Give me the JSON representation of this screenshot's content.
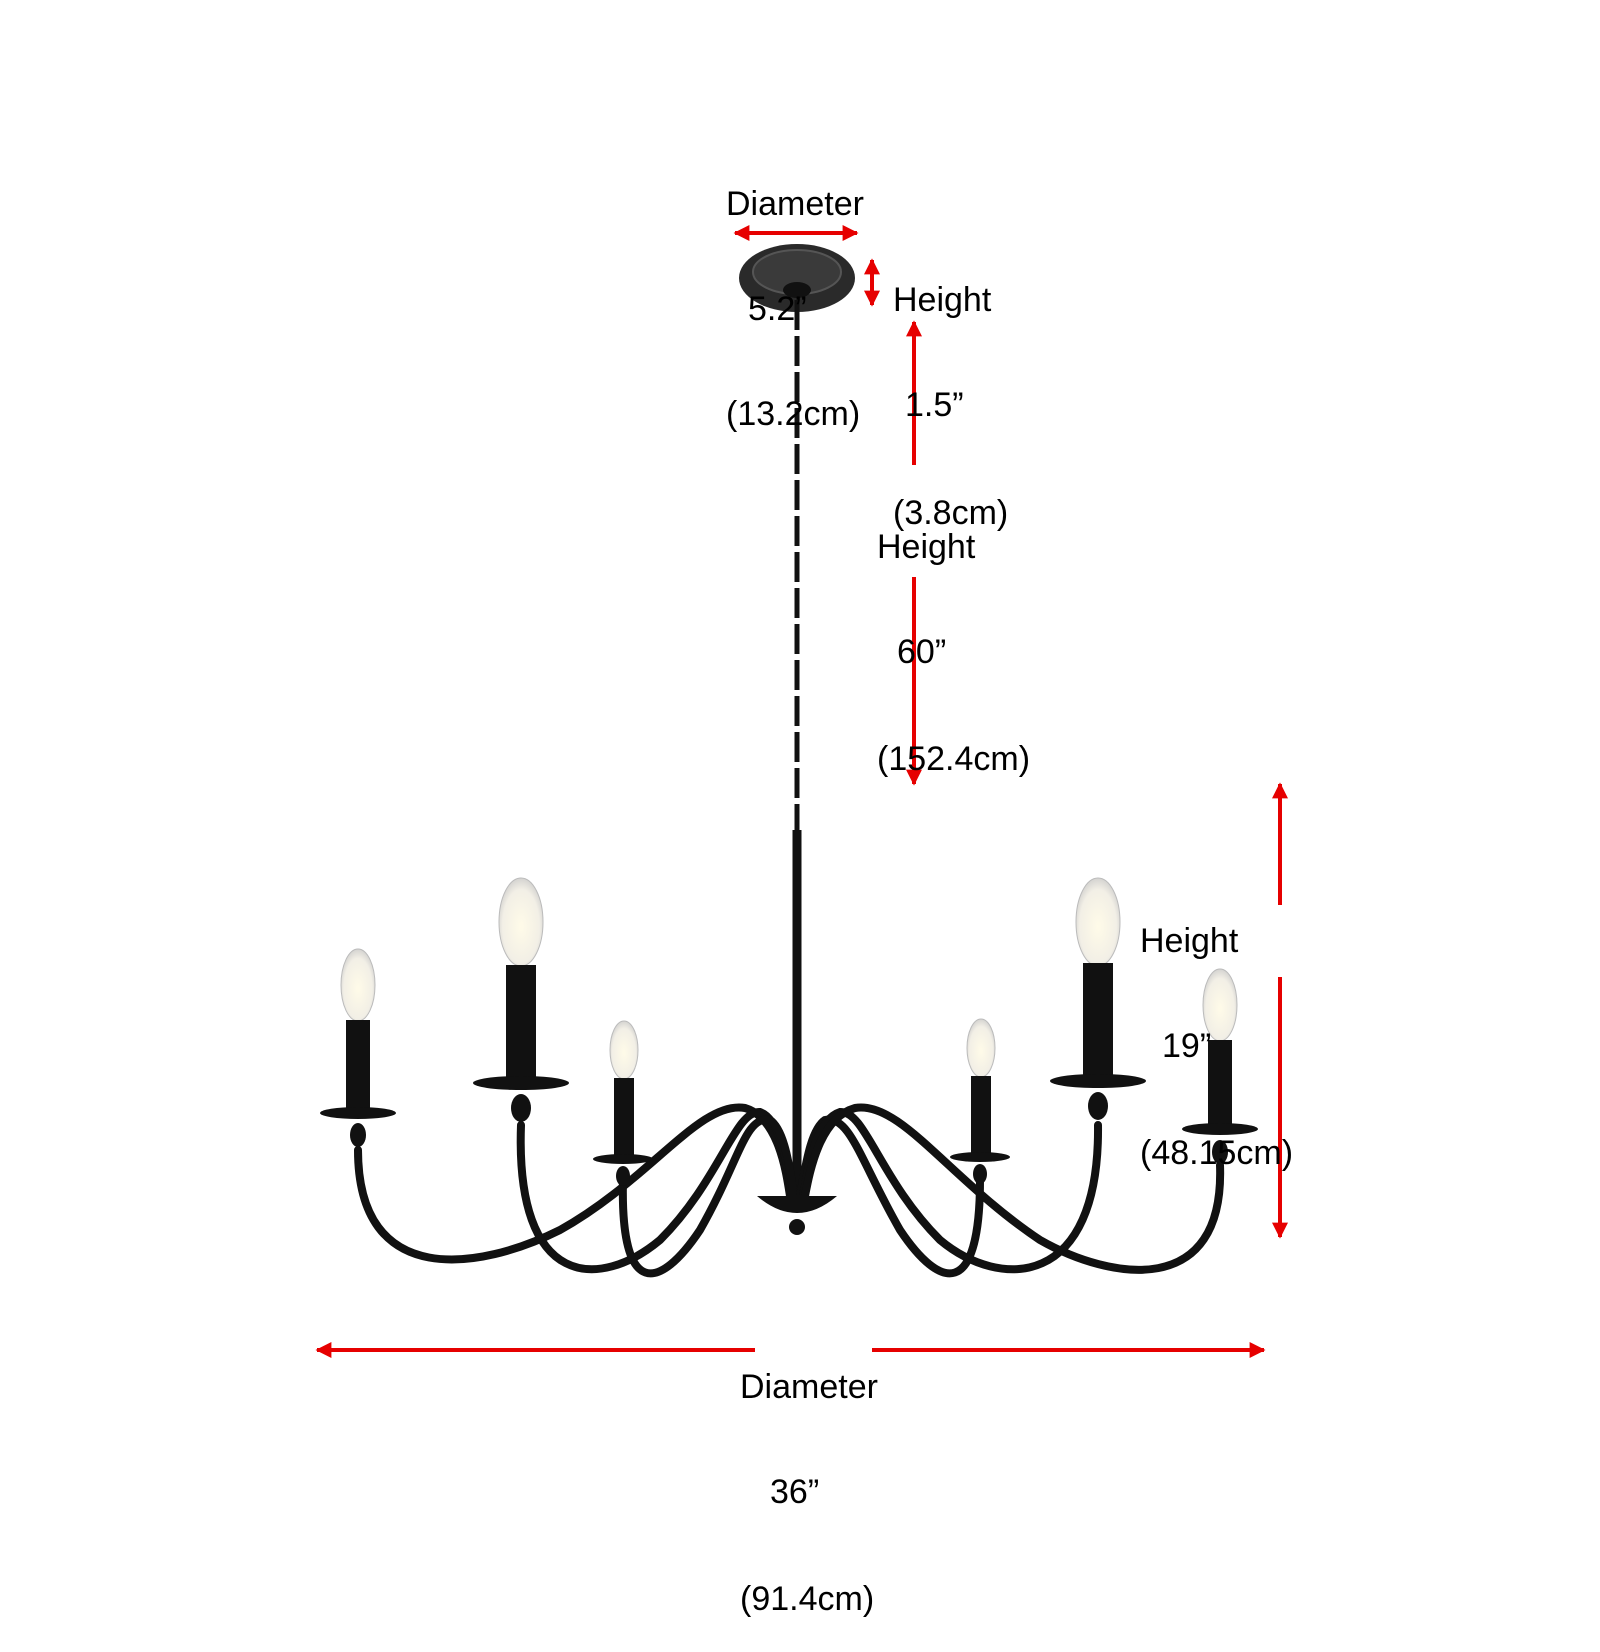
{
  "colors": {
    "dimension_arrow": "#e60000",
    "fixture": "#111111",
    "background": "#ffffff"
  },
  "dimensions": {
    "canopy_diameter": {
      "label": "Diameter",
      "imperial": "5.2”",
      "metric": "(13.2cm)"
    },
    "canopy_height": {
      "label": "Height",
      "imperial": "1.5”",
      "metric": "(3.8cm)"
    },
    "chain_height": {
      "label": "Height",
      "imperial": "60”",
      "metric": "(152.4cm)"
    },
    "body_height": {
      "label": "Height",
      "imperial": "19”",
      "metric": "(48.15cm)"
    },
    "body_diameter": {
      "label": "Diameter",
      "imperial": "36”",
      "metric": "(91.4cm)"
    }
  }
}
